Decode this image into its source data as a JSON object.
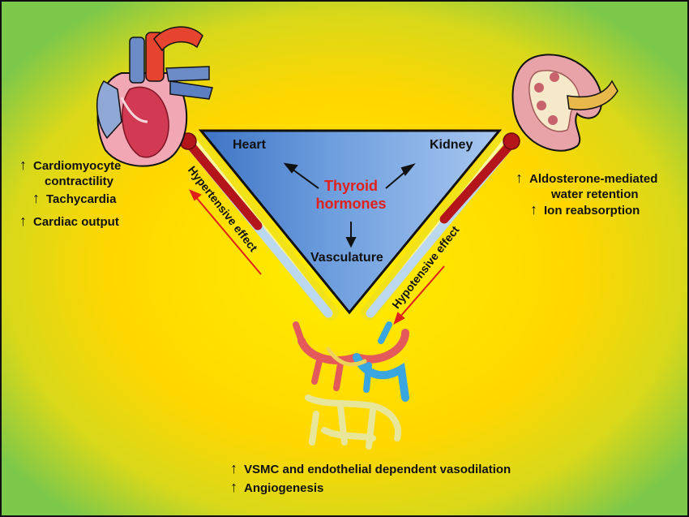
{
  "center": {
    "line1": "Thyroid",
    "line2": "hormones"
  },
  "corners": {
    "heart": "Heart",
    "kidney": "Kidney",
    "vasculature": "Vasculature"
  },
  "side_labels": {
    "left": "Hypertensive effect",
    "right": "Hypotensive effect"
  },
  "heart_effects": {
    "line1": "Cardiomyocyte",
    "line2": "contractility",
    "line3": "Tachycardia",
    "line4": "Cardiac output"
  },
  "kidney_effects": {
    "line1": "Aldosterone-mediated",
    "line2": "water retention",
    "line3": "Ion reabsorption"
  },
  "vascular_effects": {
    "line1": "VSMC and endothelial dependent vasodilation",
    "line2": "Angiogenesis"
  },
  "arrow_glyph": "↑",
  "colors": {
    "triangle": "#4f86cf",
    "center_text": "#e0201b",
    "increase_arrow": "#e0201b",
    "background_center": "#ffee00",
    "background_edge": "#7cc84a"
  }
}
